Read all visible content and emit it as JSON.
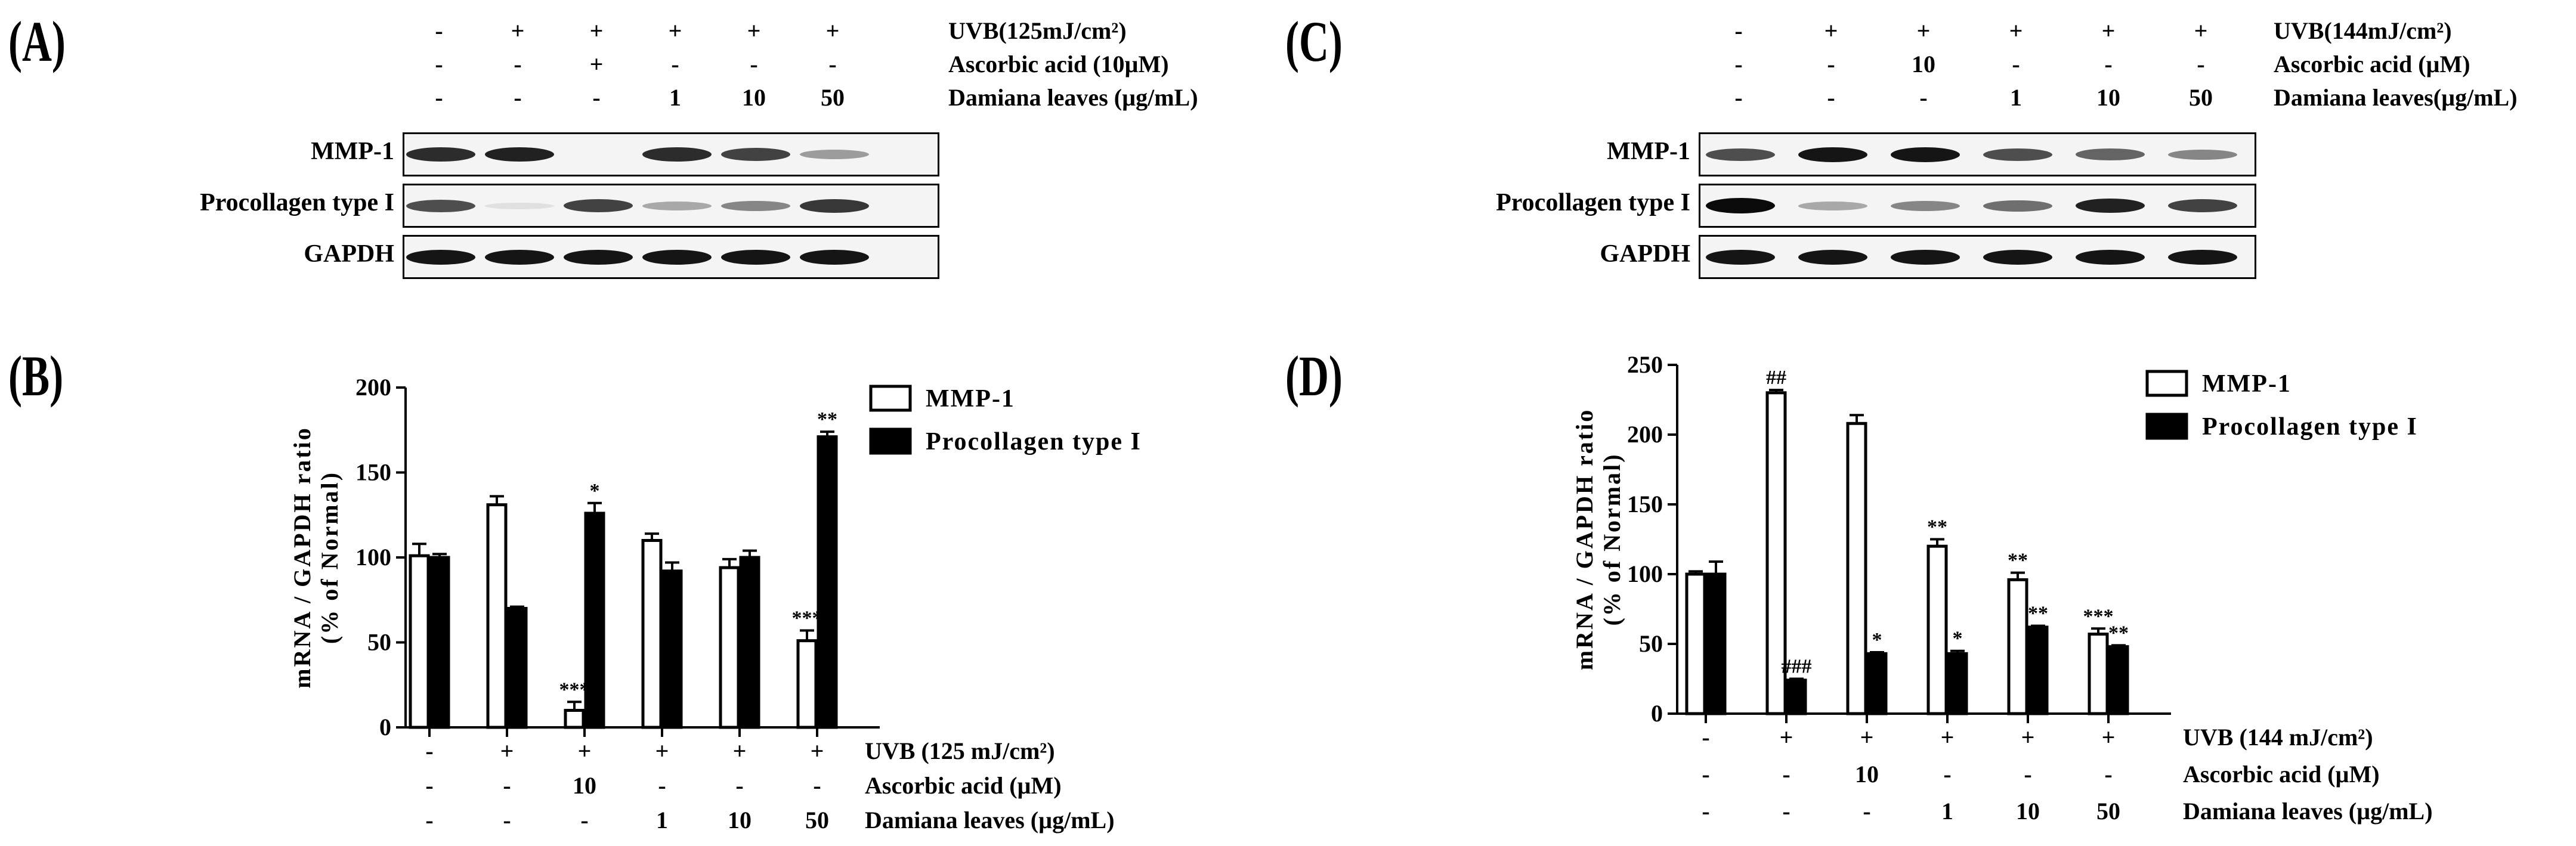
{
  "panels": [
    {
      "label": "(A)",
      "treatments": [
        {
          "label": "UVB(125mJ/cm²)",
          "marks": [
            "-",
            "+",
            "+",
            "+",
            "+",
            "+"
          ]
        },
        {
          "label": "Ascorbic acid (10µM)",
          "marks": [
            "-",
            "-",
            "+",
            "-",
            "-",
            "-"
          ]
        },
        {
          "label": "Damiana leaves (µg/mL)",
          "marks": [
            "-",
            "-",
            "-",
            "1",
            "10",
            "50"
          ]
        }
      ],
      "gel_rows": [
        {
          "label": "MMP-1",
          "intensity": [
            0.85,
            0.9,
            0.0,
            0.85,
            0.75,
            0.35
          ]
        },
        {
          "label": "Procollagen type I",
          "intensity": [
            0.7,
            0.05,
            0.75,
            0.3,
            0.45,
            0.8
          ]
        },
        {
          "label": "GAPDH",
          "intensity": [
            0.95,
            0.95,
            0.95,
            0.95,
            0.95,
            0.95
          ]
        }
      ]
    },
    {
      "label": "(C)",
      "treatments": [
        {
          "label": "UVB(144mJ/cm²)",
          "marks": [
            "-",
            "+",
            "+",
            "+",
            "+",
            "+"
          ]
        },
        {
          "label": "Ascorbic acid (µM)",
          "marks": [
            "-",
            "-",
            "10",
            "-",
            "-",
            "-"
          ]
        },
        {
          "label": "Damiana leaves(µg/mL)",
          "marks": [
            "-",
            "-",
            "-",
            "1",
            "10",
            "50"
          ]
        }
      ],
      "gel_rows": [
        {
          "label": "MMP-1",
          "intensity": [
            0.7,
            0.95,
            0.95,
            0.7,
            0.6,
            0.45
          ]
        },
        {
          "label": "Procollagen type I",
          "intensity": [
            1.0,
            0.3,
            0.45,
            0.55,
            0.9,
            0.75
          ]
        },
        {
          "label": "GAPDH",
          "intensity": [
            0.95,
            0.95,
            0.95,
            0.95,
            0.95,
            0.95
          ]
        }
      ]
    }
  ],
  "chart_data": [
    {
      "panel": "(B)",
      "type": "bar",
      "ylabel": "mRNA / GAPDH ratio (% of Normal)",
      "ylim": [
        0,
        200
      ],
      "yticks": [
        0,
        50,
        100,
        150,
        200
      ],
      "legend_position": "top-right",
      "treatments": [
        {
          "label": "UVB (125 mJ/cm²)",
          "marks": [
            "-",
            "+",
            "+",
            "+",
            "+",
            "+"
          ]
        },
        {
          "label": "Ascorbic acid (µM)",
          "marks": [
            "-",
            "-",
            "10",
            "-",
            "-",
            "-"
          ]
        },
        {
          "label": "Damiana leaves (µg/mL)",
          "marks": [
            "-",
            "-",
            "-",
            "1",
            "10",
            "50"
          ]
        }
      ],
      "series": [
        {
          "name": "MMP-1",
          "fill": "#ffffff",
          "values": [
            101,
            131,
            10,
            110,
            94,
            51
          ],
          "errors": [
            7,
            5,
            5,
            4,
            5,
            6
          ],
          "annotations": [
            "",
            "",
            "***",
            "",
            "",
            "***"
          ]
        },
        {
          "name": "Procollagen type I",
          "fill": "#000000",
          "values": [
            100,
            70,
            126,
            92,
            100,
            171
          ],
          "errors": [
            2,
            1,
            6,
            5,
            4,
            3
          ],
          "annotations": [
            "",
            "",
            "*",
            "",
            "",
            "**"
          ]
        }
      ]
    },
    {
      "panel": "(D)",
      "type": "bar",
      "ylabel": "mRNA / GAPDH ratio (% of Normal)",
      "ylim": [
        0,
        250
      ],
      "yticks": [
        0,
        50,
        100,
        150,
        200,
        250
      ],
      "legend_position": "top-right",
      "treatments": [
        {
          "label": "UVB (144 mJ/cm²)",
          "marks": [
            "-",
            "+",
            "+",
            "+",
            "+",
            "+"
          ]
        },
        {
          "label": "Ascorbic acid (µM)",
          "marks": [
            "-",
            "-",
            "10",
            "-",
            "-",
            "-"
          ]
        },
        {
          "label": "Damiana leaves (µg/mL)",
          "marks": [
            "-",
            "-",
            "-",
            "1",
            "10",
            "50"
          ]
        }
      ],
      "series": [
        {
          "name": "MMP-1",
          "fill": "#ffffff",
          "values": [
            100,
            230,
            208,
            120,
            96,
            57
          ],
          "errors": [
            2,
            2,
            6,
            5,
            5,
            4
          ],
          "annotations": [
            "",
            "##",
            "",
            "**",
            "**",
            "***"
          ]
        },
        {
          "name": "Procollagen type I",
          "fill": "#000000",
          "values": [
            100,
            24,
            43,
            43,
            62,
            48
          ],
          "errors": [
            9,
            1,
            1,
            2,
            1,
            1
          ],
          "annotations": [
            "",
            "###",
            "*",
            "*",
            "**",
            "**"
          ]
        }
      ]
    }
  ]
}
